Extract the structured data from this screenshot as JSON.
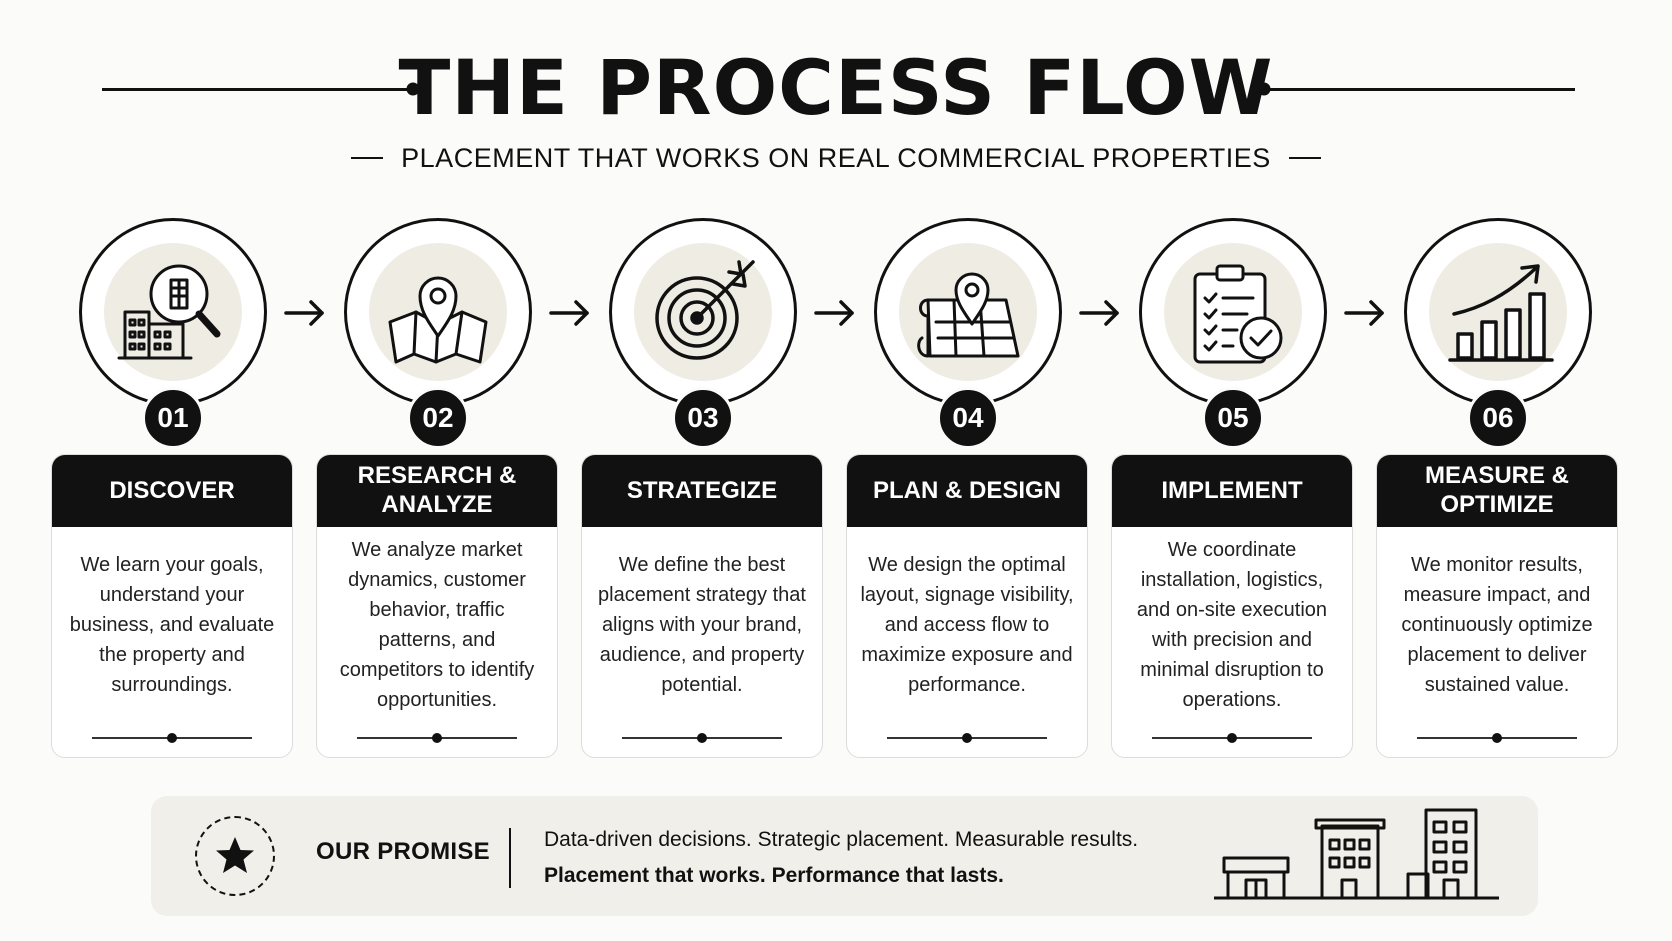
{
  "header": {
    "title": "THE PROCESS FLOW",
    "subtitle": "PLACEMENT THAT WORKS ON REAL COMMERCIAL PROPERTIES"
  },
  "steps": [
    {
      "number": "01",
      "title": "DISCOVER",
      "description": "We learn your goals, understand your business, and evaluate the property and surroundings.",
      "icon": "building-magnifier-icon"
    },
    {
      "number": "02",
      "title": "RESEARCH & ANALYZE",
      "description": "We analyze market dynamics, customer behavior, traffic patterns, and competitors to identify opportunities.",
      "icon": "map-pin-icon"
    },
    {
      "number": "03",
      "title": "STRATEGIZE",
      "description": "We define the best placement strategy that aligns with your brand, audience, and property potential.",
      "icon": "target-arrow-icon"
    },
    {
      "number": "04",
      "title": "PLAN & DESIGN",
      "description": "We design the optimal layout, signage visibility, and access flow to maximize exposure and performance.",
      "icon": "blueprint-pin-icon"
    },
    {
      "number": "05",
      "title": "IMPLEMENT",
      "description": "We coordinate installation, logistics, and on-site execution with precision and minimal disruption to operations.",
      "icon": "clipboard-check-icon"
    },
    {
      "number": "06",
      "title": "MEASURE & OPTIMIZE",
      "description": "We monitor results, measure impact, and continuously optimize placement to deliver sustained value.",
      "icon": "growth-chart-icon"
    }
  ],
  "promise": {
    "label": "OUR PROMISE",
    "line1": "Data-driven decisions. Strategic placement. Measurable results.",
    "line2": "Placement that works. Performance that lasts.",
    "badge_icon": "star-icon",
    "illustration_icon": "buildings-icon"
  },
  "colors": {
    "ink": "#111111",
    "icon_backdrop": "#efece4",
    "banner": "#f1efe9",
    "page": "#fbfbfa"
  }
}
